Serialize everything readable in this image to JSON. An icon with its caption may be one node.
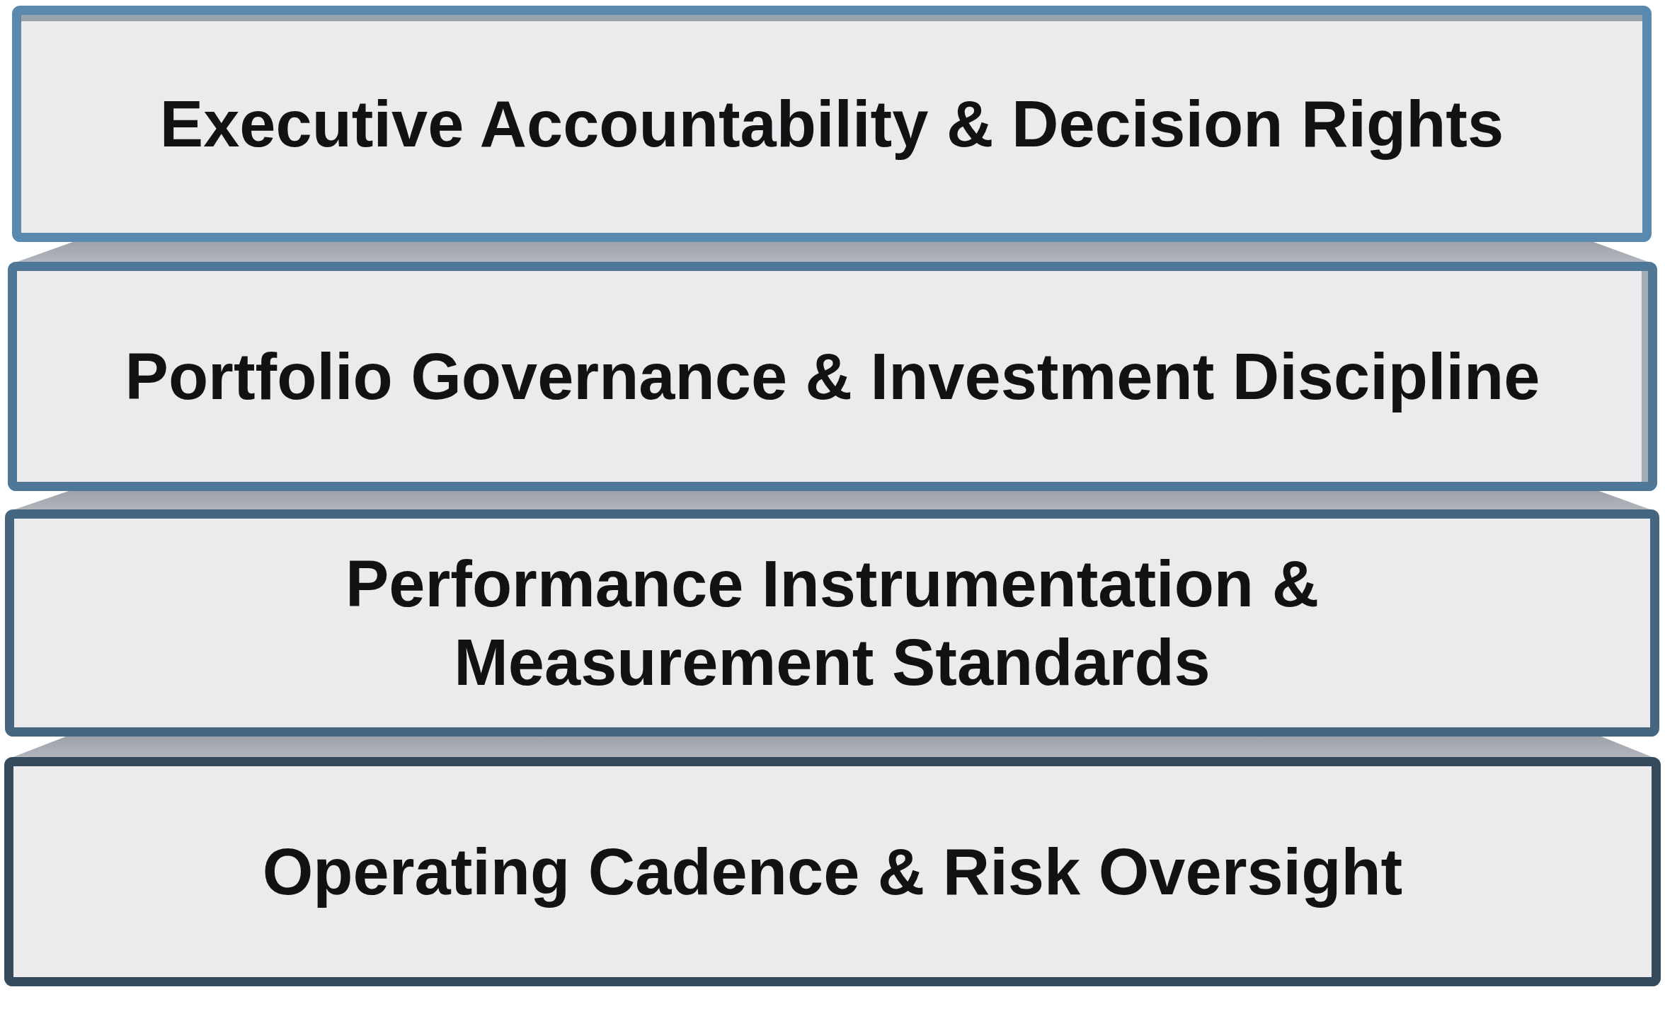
{
  "diagram": {
    "nodes": [
      {
        "text": [
          "Executive Accountability & Decision Rights"
        ]
      },
      {
        "text": [
          "Portfolio Governance & Investment Discipline"
        ]
      },
      {
        "text": [
          "Performance Instrumentation & Measurement Standards"
        ]
      },
      {
        "text": [
          "Operating Cadence & Risk Oversight"
        ]
      }
    ]
  }
}
